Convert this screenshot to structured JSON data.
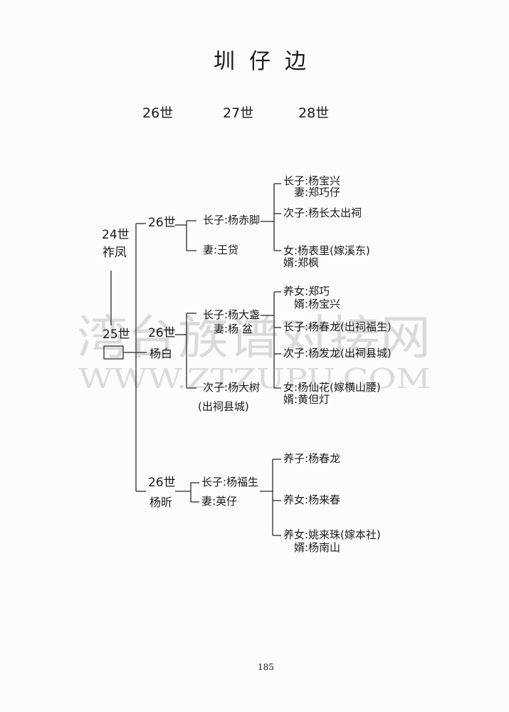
{
  "title": "圳仔边",
  "generation_headers": [
    "26世",
    "27世",
    "28世"
  ],
  "gen24": {
    "generation": "24世",
    "name": "祚凤"
  },
  "gen25": {
    "generation": "25世"
  },
  "gen26": [
    {
      "generation": "26世",
      "gen27": [
        {
          "text": "长子:杨赤脚"
        },
        {
          "text": "妻:王贷"
        }
      ],
      "gen28": [
        {
          "text": "长子:杨宝兴",
          "spouse": "妻:郑巧仔"
        },
        {
          "text": "次子:杨长太出祠"
        },
        {
          "text": "女:杨表里(嫁溪东)",
          "spouse": "婿:郑枫"
        }
      ]
    },
    {
      "generation": "26世",
      "name": "杨白",
      "gen27": [
        {
          "text": "长子:杨大盏"
        },
        {
          "text": "妻:杨 盆"
        },
        {
          "text": "次子:杨大树",
          "note": "(出祠县城)"
        }
      ],
      "gen28": [
        {
          "text": "养女:郑巧",
          "spouse": "婿:杨宝兴"
        },
        {
          "text": "长子:杨春龙(出祠福生)"
        },
        {
          "text": "次子:杨发龙(出祠县城)"
        },
        {
          "text": "女:杨仙花(嫁横山腰)",
          "spouse": "婿:黄但灯"
        }
      ]
    },
    {
      "generation": "26世",
      "name": "杨昕",
      "gen27": [
        {
          "text": "长子:杨福生"
        },
        {
          "text": "妻:英仔"
        }
      ],
      "gen28": [
        {
          "text": "养子:杨春龙"
        },
        {
          "text": "养女:杨来春"
        },
        {
          "text": "养女:姚来珠(嫁本社)",
          "spouse": "婿:杨南山"
        }
      ]
    }
  ],
  "page_number": "185",
  "watermark": {
    "cn": "湾台族谱对接网",
    "url": "WWW.ZTZUPU.COM"
  }
}
